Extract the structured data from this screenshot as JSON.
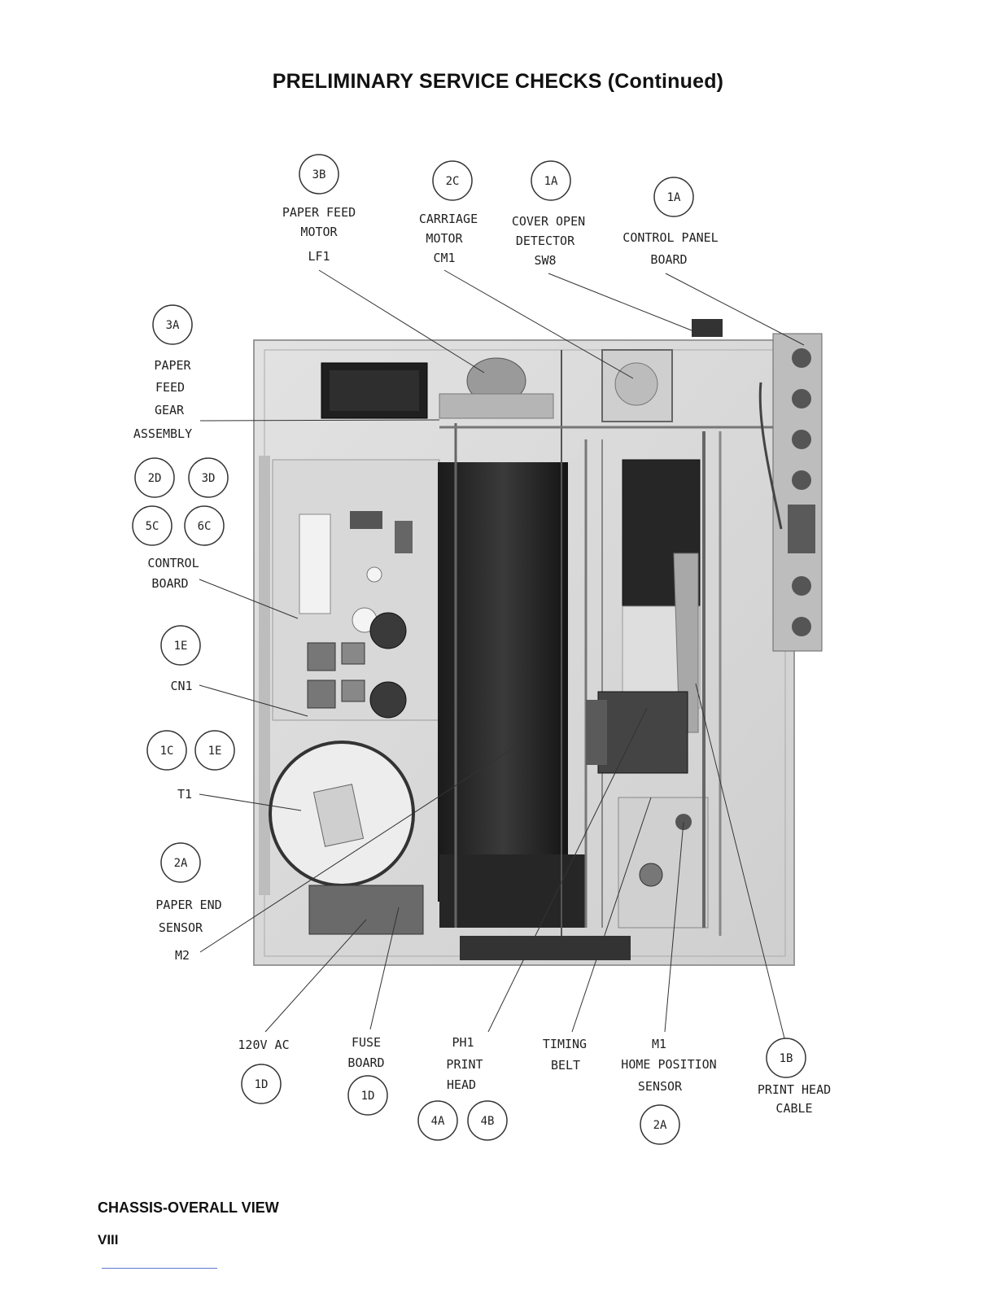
{
  "page": {
    "title": "PRELIMINARY SERVICE CHECKS (Continued)",
    "caption": "CHASSIS-OVERALL VIEW",
    "page_number": "VIII"
  },
  "labels": {
    "paper_feed_motor": [
      "PAPER FEED",
      "MOTOR",
      "LF1"
    ],
    "carriage_motor": [
      "CARRIAGE",
      "MOTOR",
      "CM1"
    ],
    "cover_open_detector": [
      "COVER OPEN",
      "DETECTOR",
      "SW8"
    ],
    "control_panel_board": [
      "CONTROL  PANEL",
      "BOARD"
    ],
    "paper_feed_gear": [
      "PAPER",
      "FEED",
      "GEAR",
      "ASSEMBLY"
    ],
    "control_board": [
      "CONTROL",
      "BOARD"
    ],
    "cn1": [
      "CN1"
    ],
    "t1": [
      "T1"
    ],
    "paper_end_sensor": [
      "PAPER  END",
      "SENSOR",
      "M2"
    ],
    "ac_120v": [
      "120V  AC"
    ],
    "fuse_board": [
      "FUSE",
      "BOARD"
    ],
    "print_head": [
      "PH1",
      "PRINT",
      "HEAD"
    ],
    "timing_belt": [
      "TIMING",
      "BELT"
    ],
    "home_position_sensor": [
      "M1",
      "HOME  POSITION",
      "SENSOR"
    ],
    "print_head_cable": [
      "PRINT  HEAD",
      "CABLE"
    ]
  },
  "callouts": {
    "c3b": "3B",
    "c2c": "2C",
    "c1a_cover": "1A",
    "c1a_panel": "1A",
    "c3a": "3A",
    "c2d": "2D",
    "c3d": "3D",
    "c5c": "5C",
    "c6c": "6C",
    "c1e_cn1": "1E",
    "c1c": "1C",
    "c1e_t1": "1E",
    "c2a_pe": "2A",
    "c1d_ac": "1D",
    "c1d_fuse": "1D",
    "c4a": "4A",
    "c4b": "4B",
    "c2a_home": "2A",
    "c1b": "1B"
  }
}
